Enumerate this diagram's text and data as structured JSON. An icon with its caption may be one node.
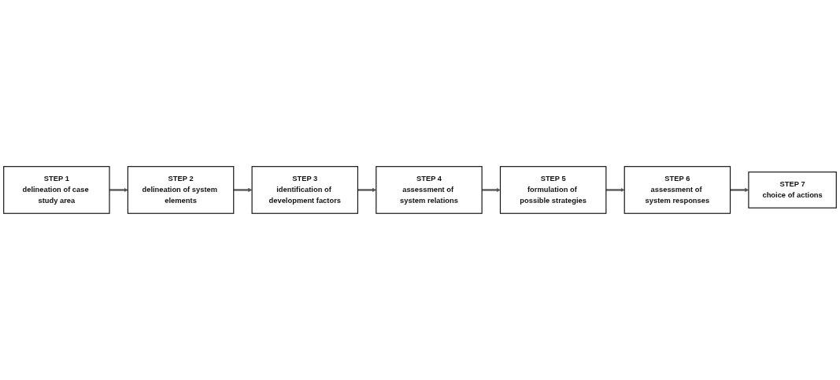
{
  "diagram": {
    "nodes": [
      {
        "text": [
          "STEP 1",
          "delineation of case study area"
        ]
      },
      {
        "text": [
          "STEP 2",
          "delineation of system elements"
        ]
      },
      {
        "text": [
          "STEP 3",
          "identification of development factors"
        ]
      },
      {
        "text": [
          "STEP 4",
          "assessment of system relations"
        ]
      },
      {
        "text": [
          "STEP 5",
          "formulation of possible strategies"
        ]
      },
      {
        "text": [
          "STEP 6",
          "assessment of system responses"
        ]
      },
      {
        "text": [
          "STEP 7",
          "choice of actions"
        ]
      }
    ],
    "edges": [
      {
        "from": 0,
        "to": 1,
        "arrow": "to"
      },
      {
        "from": 1,
        "to": 2,
        "arrow": "to"
      },
      {
        "from": 2,
        "to": 3,
        "arrow": "to"
      },
      {
        "from": 3,
        "to": 4,
        "arrow": "to"
      },
      {
        "from": 4,
        "to": 5,
        "arrow": "to"
      },
      {
        "from": 5,
        "to": 6,
        "arrow": "to"
      }
    ]
  }
}
